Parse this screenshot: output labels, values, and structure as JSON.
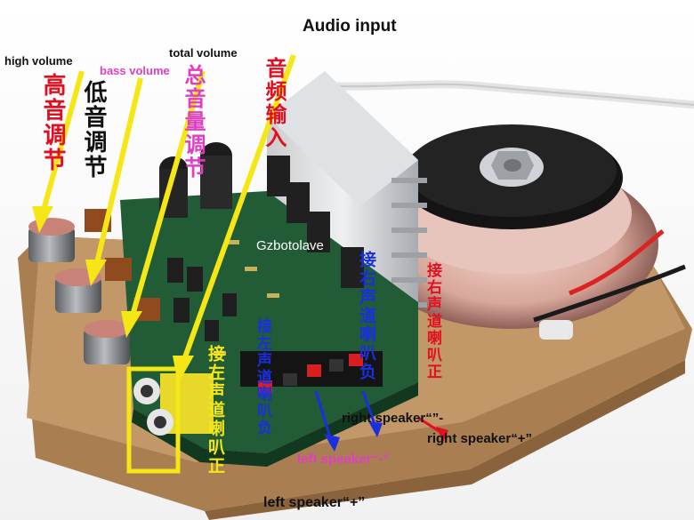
{
  "annotations": {
    "high_volume": "high volume",
    "bass_volume": "bass volume",
    "total_volume": "total volume",
    "audio_input": "Audio input",
    "right_speaker_minus": "right speaker“”-",
    "right_speaker_plus": "right speaker“+”",
    "left_speaker_minus": "left speaker“-”",
    "left_speaker_plus": "left speaker“+”"
  },
  "chinese_labels": {
    "treble_adjust": "高音调节",
    "bass_adjust": "低音调节",
    "total_volume_adjust": "总音量调节",
    "audio_input": "音频输入",
    "connect_right_plus": "接右声道喇叭正",
    "connect_right_minus": "接右声道喇叭负",
    "connect_left_plus": "接左声道喇叭正",
    "connect_left_minus": "接左声道喇叭负"
  },
  "watermark": "Gzbotolave",
  "colors": {
    "arrow_yellow": "#f5e616",
    "label_red": "#e01020",
    "label_pink": "#e040c0",
    "label_blue": "#1a2fe0",
    "pcb_green": "#1f5a34",
    "wood_base": "#b78a5c"
  }
}
